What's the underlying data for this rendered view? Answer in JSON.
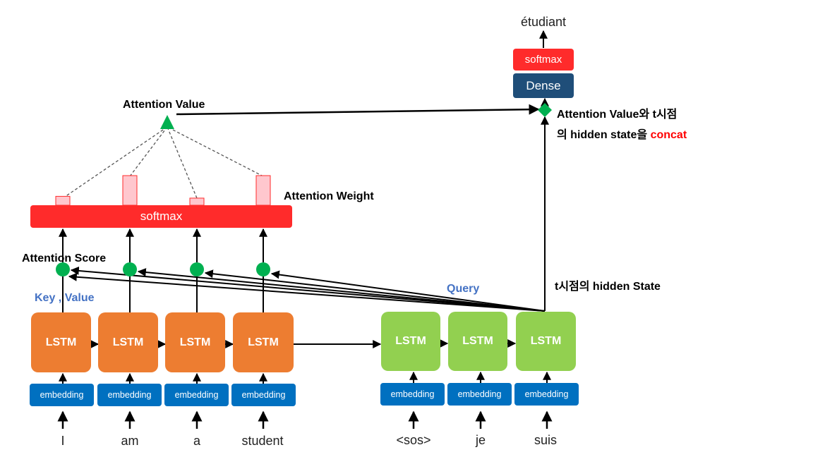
{
  "encoder": {
    "words": [
      "I",
      "am",
      "a",
      "student"
    ],
    "embedding_label": "embedding",
    "lstm_label": "LSTM"
  },
  "decoder": {
    "words": [
      "<sos>",
      "je",
      "suis"
    ],
    "embedding_label": "embedding",
    "lstm_label": "LSTM"
  },
  "attention": {
    "softmax_label": "softmax",
    "weights": [
      0.15,
      0.5,
      0.12,
      0.5
    ],
    "value_label": "Attention Value",
    "weight_label": "Attention Weight",
    "score_label": "Attention Score",
    "key_value_label": "Key , Value",
    "query_label": "Query"
  },
  "output": {
    "word": "étudiant",
    "softmax_label": "softmax",
    "dense_label": "Dense",
    "concat_line1": "Attention Value와 t시점",
    "concat_line2_prefix": "의 hidden state을 ",
    "concat_word": "concat",
    "hidden_state_label": "t시점의 hidden State"
  },
  "colors": {
    "encoder_lstm": "#ed7d31",
    "decoder_lstm": "#92d050",
    "embedding": "#0070c0",
    "softmax": "#ff2b2b",
    "dense": "#1f4e79",
    "score_node": "#00b050",
    "weight_bar": "#ffc7ce"
  }
}
